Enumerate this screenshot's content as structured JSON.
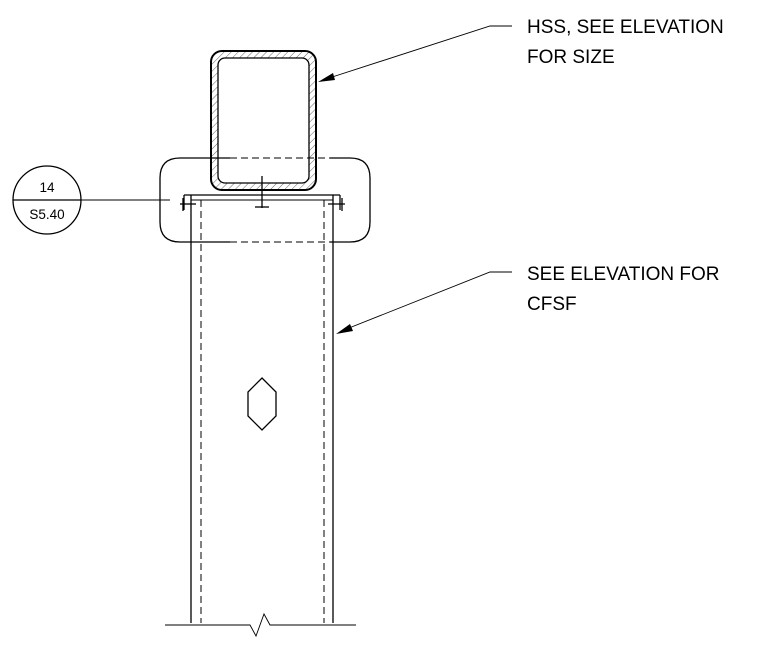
{
  "notes": {
    "hss": {
      "line1": "HSS, SEE ELEVATION",
      "line2": "FOR SIZE"
    },
    "cfsf": {
      "line1": "SEE ELEVATION FOR",
      "line2": "CFSF"
    }
  },
  "section_tag": {
    "number": "14",
    "sheet": "S5.40"
  }
}
